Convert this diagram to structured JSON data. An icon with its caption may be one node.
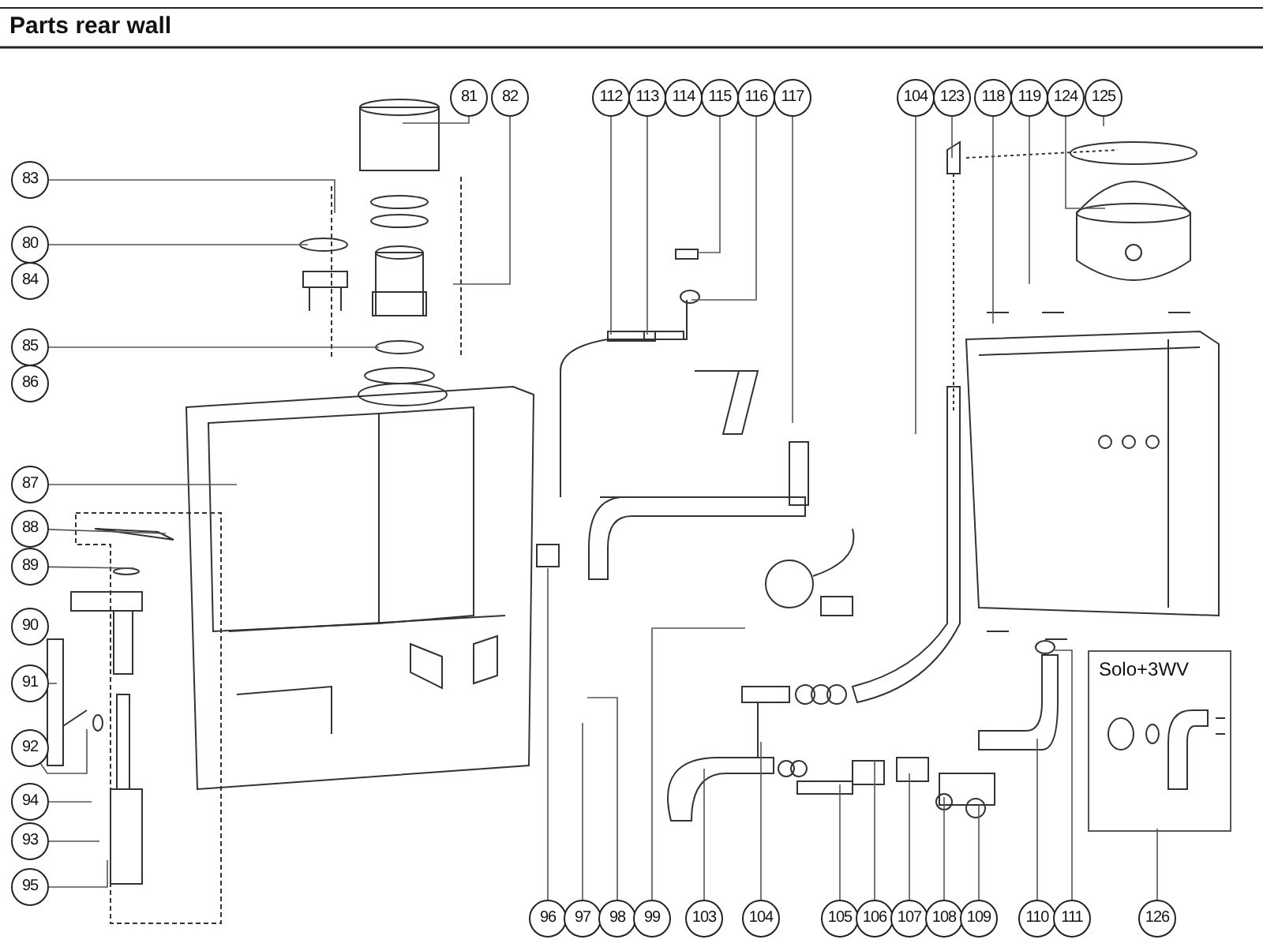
{
  "diagram": {
    "title": "Parts rear wall",
    "nodes": [
      {
        "text": [
          "81"
        ]
      },
      {
        "text": [
          "82"
        ]
      },
      {
        "text": [
          "83"
        ]
      },
      {
        "text": [
          "80"
        ]
      },
      {
        "text": [
          "84"
        ]
      },
      {
        "text": [
          "85"
        ]
      },
      {
        "text": [
          "86"
        ]
      },
      {
        "text": [
          "87"
        ]
      },
      {
        "text": [
          "88"
        ]
      },
      {
        "text": [
          "89"
        ]
      },
      {
        "text": [
          "90"
        ]
      },
      {
        "text": [
          "91"
        ]
      },
      {
        "text": [
          "92"
        ]
      },
      {
        "text": [
          "94"
        ]
      },
      {
        "text": [
          "93"
        ]
      },
      {
        "text": [
          "95"
        ]
      },
      {
        "text": [
          "112"
        ]
      },
      {
        "text": [
          "113"
        ]
      },
      {
        "text": [
          "114"
        ]
      },
      {
        "text": [
          "115"
        ]
      },
      {
        "text": [
          "116"
        ]
      },
      {
        "text": [
          "117"
        ]
      },
      {
        "text": [
          "104"
        ]
      },
      {
        "text": [
          "123"
        ]
      },
      {
        "text": [
          "118"
        ]
      },
      {
        "text": [
          "119"
        ]
      },
      {
        "text": [
          "124"
        ]
      },
      {
        "text": [
          "125"
        ]
      },
      {
        "text": [
          "Solo+3WV"
        ]
      },
      {
        "text": [
          "96"
        ]
      },
      {
        "text": [
          "97"
        ]
      },
      {
        "text": [
          "98"
        ]
      },
      {
        "text": [
          "99"
        ]
      },
      {
        "text": [
          "103"
        ]
      },
      {
        "text": [
          "104"
        ]
      },
      {
        "text": [
          "105"
        ]
      },
      {
        "text": [
          "106"
        ]
      },
      {
        "text": [
          "107"
        ]
      },
      {
        "text": [
          "108"
        ]
      },
      {
        "text": [
          "109"
        ]
      },
      {
        "text": [
          "110"
        ]
      },
      {
        "text": [
          "111"
        ]
      },
      {
        "text": [
          "126"
        ]
      }
    ],
    "edges": [
      {
        "from": 0,
        "to": null,
        "arrow": "none"
      },
      {
        "from": 1,
        "to": null,
        "arrow": "none"
      },
      {
        "from": 2,
        "to": null,
        "arrow": "none"
      },
      {
        "from": 3,
        "to": null,
        "arrow": "none"
      },
      {
        "from": 5,
        "to": null,
        "arrow": "none"
      },
      {
        "from": 7,
        "to": null,
        "arrow": "none"
      },
      {
        "from": 8,
        "to": null,
        "arrow": "none"
      },
      {
        "from": 9,
        "to": null,
        "arrow": "none"
      },
      {
        "from": 11,
        "to": null,
        "arrow": "none"
      },
      {
        "from": 12,
        "to": null,
        "arrow": "none"
      },
      {
        "from": 13,
        "to": null,
        "arrow": "none"
      },
      {
        "from": 14,
        "to": null,
        "arrow": "none"
      },
      {
        "from": 15,
        "to": null,
        "arrow": "none"
      },
      {
        "from": 16,
        "to": null,
        "arrow": "none"
      },
      {
        "from": 17,
        "to": null,
        "arrow": "none"
      },
      {
        "from": 19,
        "to": null,
        "arrow": "none"
      },
      {
        "from": 20,
        "to": null,
        "arrow": "none"
      },
      {
        "from": 21,
        "to": null,
        "arrow": "none"
      },
      {
        "from": 22,
        "to": null,
        "arrow": "none"
      },
      {
        "from": 23,
        "to": null,
        "arrow": "none"
      },
      {
        "from": 24,
        "to": null,
        "arrow": "none"
      },
      {
        "from": 25,
        "to": null,
        "arrow": "none"
      },
      {
        "from": 26,
        "to": null,
        "arrow": "none"
      },
      {
        "from": 27,
        "to": null,
        "arrow": "none"
      },
      {
        "from": 29,
        "to": null,
        "arrow": "none"
      },
      {
        "from": 30,
        "to": null,
        "arrow": "none"
      },
      {
        "from": 31,
        "to": null,
        "arrow": "none"
      },
      {
        "from": 32,
        "to": null,
        "arrow": "none"
      },
      {
        "from": 33,
        "to": null,
        "arrow": "none"
      },
      {
        "from": 34,
        "to": null,
        "arrow": "none"
      },
      {
        "from": 35,
        "to": null,
        "arrow": "none"
      },
      {
        "from": 36,
        "to": null,
        "arrow": "none"
      },
      {
        "from": 37,
        "to": null,
        "arrow": "none"
      },
      {
        "from": 38,
        "to": null,
        "arrow": "none"
      },
      {
        "from": 39,
        "to": null,
        "arrow": "none"
      },
      {
        "from": 40,
        "to": null,
        "arrow": "none"
      },
      {
        "from": 41,
        "to": null,
        "arrow": "none"
      },
      {
        "from": 42,
        "to": 28,
        "arrow": "none"
      }
    ]
  }
}
